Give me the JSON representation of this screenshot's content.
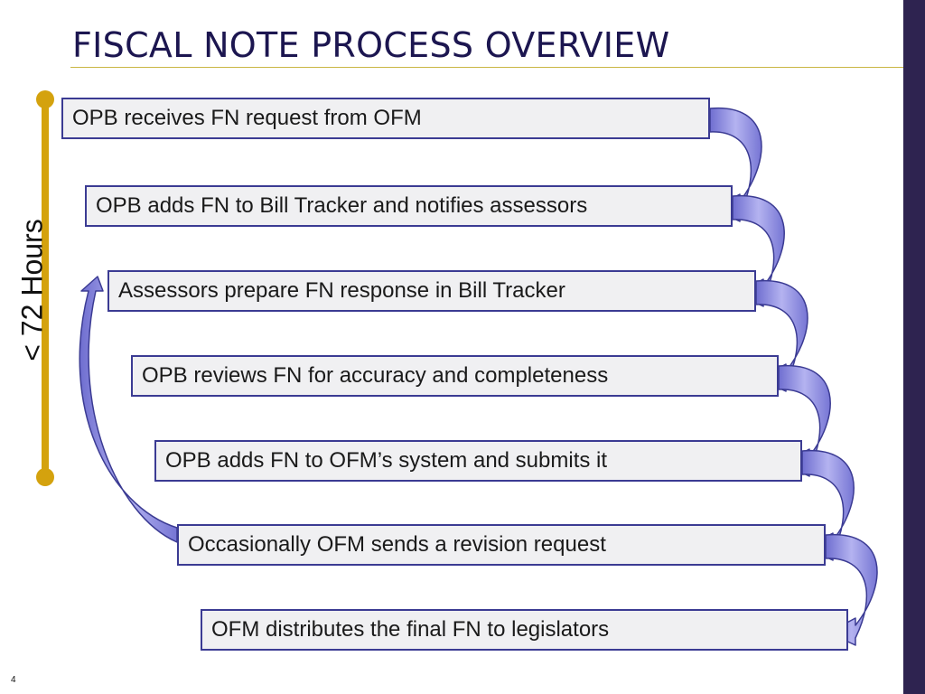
{
  "slide": {
    "title": "FISCAL NOTE PROCESS OVERVIEW",
    "page_number": "4",
    "timeline_label": "< 72 Hours"
  },
  "steps": [
    {
      "label": "OPB receives FN request from OFM"
    },
    {
      "label": "OPB adds FN to Bill Tracker and notifies assessors"
    },
    {
      "label": "Assessors prepare FN response in Bill Tracker"
    },
    {
      "label": "OPB reviews FN for accuracy and completeness"
    },
    {
      "label": "OPB adds FN to OFM’s system and submits it"
    },
    {
      "label": "Occasionally OFM sends a revision request"
    },
    {
      "label": "OFM distributes the final FN to legislators"
    }
  ],
  "colors": {
    "title": "#1c1650",
    "rule": "#c9b642",
    "box_border": "#3b3b93",
    "box_fill": "#f0f0f2",
    "arrow_fill": "#8f8ee0",
    "timeline": "#d4a20e",
    "side_bar": "#2e2350"
  }
}
